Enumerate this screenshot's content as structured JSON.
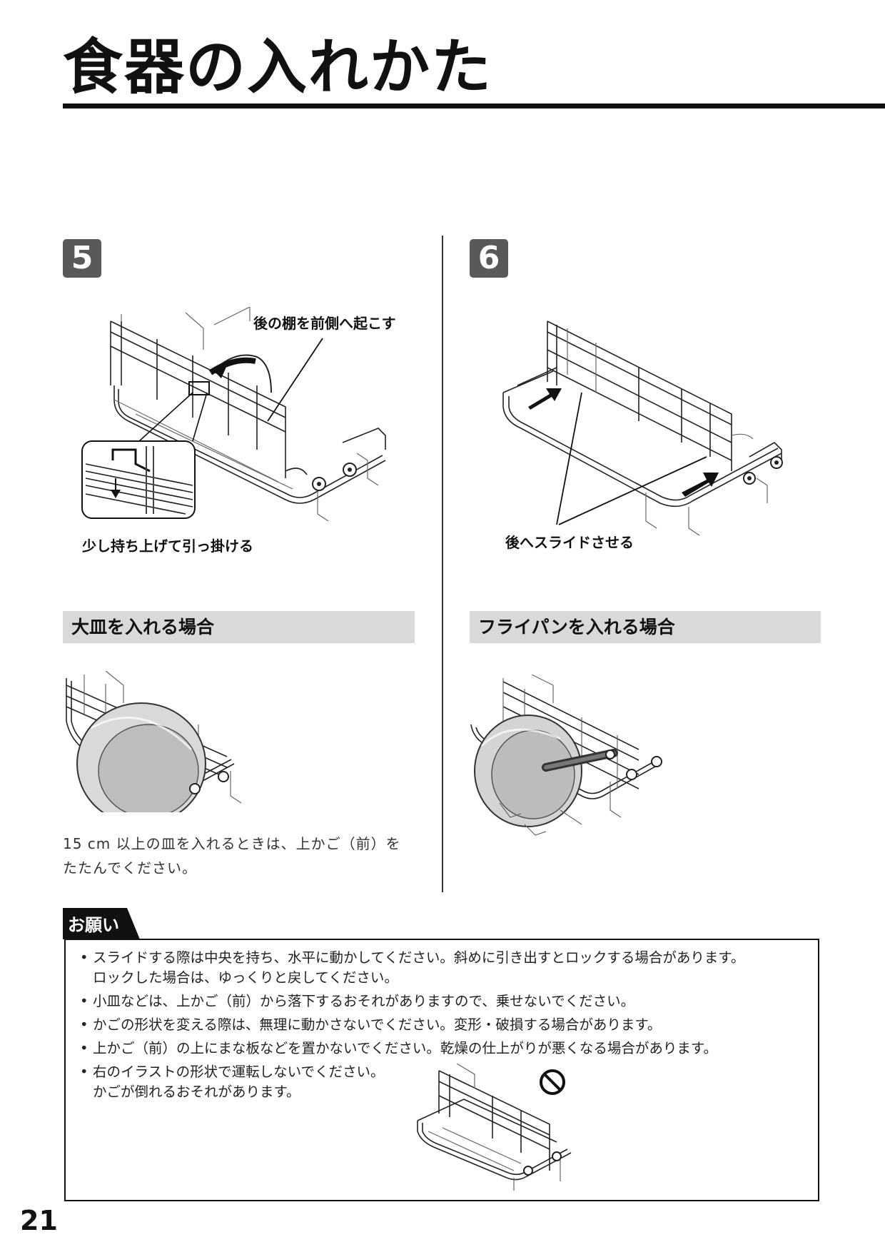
{
  "page_title": "食器の入れかた",
  "steps": [
    {
      "number": "5",
      "callout_top": "後の棚を前側へ起こす",
      "callout_bottom": "少し持ち上げて引っ掛ける"
    },
    {
      "number": "6",
      "callout_bottom": "後へスライドさせる"
    }
  ],
  "sections": {
    "large_plate": {
      "heading": "大皿を入れる場合",
      "note_lines": [
        "15 cm 以上の皿を入れるときは、上かご（前）を",
        "たたんでください。"
      ]
    },
    "frying_pan": {
      "heading": "フライパンを入れる場合"
    }
  },
  "warning": {
    "tab_label": "お願い",
    "items": [
      [
        "スライドする際は中央を持ち、水平に動かしてください。斜めに引き出すとロックする場合があります。",
        "ロックした場合は、ゆっくりと戻してください。"
      ],
      [
        "小皿などは、上かご（前）から落下するおそれがありますので、乗せないでください。"
      ],
      [
        "かごの形状を変える際は、無理に動かさないでください。変形・破損する場合があります。"
      ],
      [
        "上かご（前）の上にまな板などを置かないでください。乾燥の仕上がりが悪くなる場合があります。"
      ],
      [
        "右のイラストの形状で運転しないでください。",
        "かごが倒れるおそれがあります。"
      ]
    ]
  },
  "icons": {
    "prohibited": "prohibited-icon",
    "arrow": "arrow-icon"
  },
  "colors": {
    "badge": "#595959",
    "section_bar": "#d9d9d9",
    "rule": "#111111"
  },
  "page_number": "21"
}
